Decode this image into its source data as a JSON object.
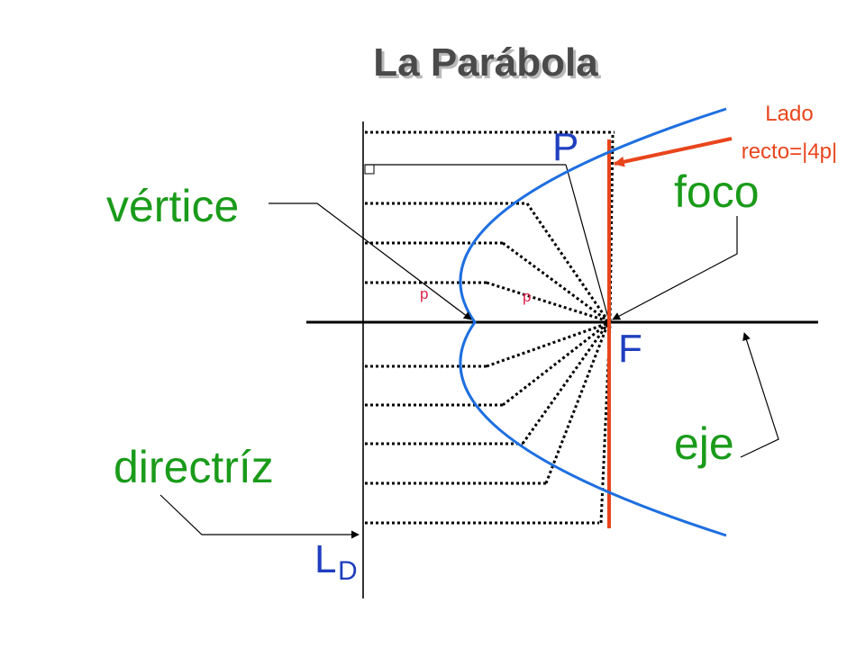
{
  "title": "La Parábola",
  "labels": {
    "vertex": "vértice",
    "focus": "foco",
    "directrix": "directríz",
    "axis": "eje",
    "point": "P",
    "focus_point": "F",
    "directrix_letter": "L",
    "directrix_subscript": "D",
    "p_left": "p",
    "p_right": "p",
    "latus_line1": "Lado",
    "latus_line2": "recto=|4p|"
  },
  "colors": {
    "title": "#4a4a4a",
    "green_labels": "#1a9b1a",
    "blue_labels": "#1f3fbf",
    "parabola": "#1e6fe0",
    "latus_rectum": "#e8451c",
    "p_marks": "#e0204a",
    "lines": "#000000"
  }
}
